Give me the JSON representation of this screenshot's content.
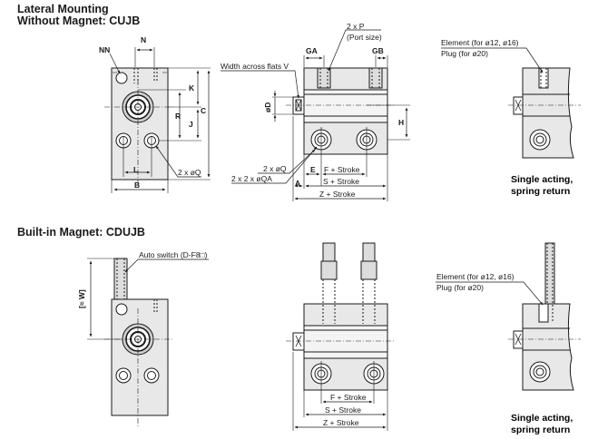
{
  "section1": {
    "title": "Lateral Mounting",
    "subtitle": "Without Magnet: CUJB",
    "front": {
      "nn": "NN",
      "n": "N",
      "k": "K",
      "r": "R",
      "j": "J",
      "c": "C",
      "l": "L",
      "b": "B",
      "hole_label": "2 x øQ"
    },
    "side": {
      "port_label": "2 x P",
      "port_size": "(Port size)",
      "ga": "GA",
      "gb": "GB",
      "width_flats": "Width across flats V",
      "d": "øD",
      "h": "H",
      "q_label": "2 x øQ",
      "qa_label": "2 x 2 x øQA",
      "e": "E",
      "f": "F + Stroke",
      "a": "A",
      "s": "S + Stroke",
      "z": "Z + Stroke"
    },
    "detail": {
      "element": "Element (for ø12, ø16)",
      "plug": "Plug (for ø20)",
      "caption_line1": "Single acting,",
      "caption_line2": "spring return"
    }
  },
  "section2": {
    "title": "Built-in Magnet: CDUJB",
    "front": {
      "auto_switch": "Auto switch (D-F8□)",
      "w": "[≈ W]"
    },
    "side": {
      "f": "F + Stroke",
      "s": "S + Stroke",
      "z": "Z + Stroke"
    },
    "detail": {
      "element": "Element (for ø12, ø16)",
      "plug": "Plug (for ø20)",
      "caption_line1": "Single acting,",
      "caption_line2": "spring return"
    }
  }
}
